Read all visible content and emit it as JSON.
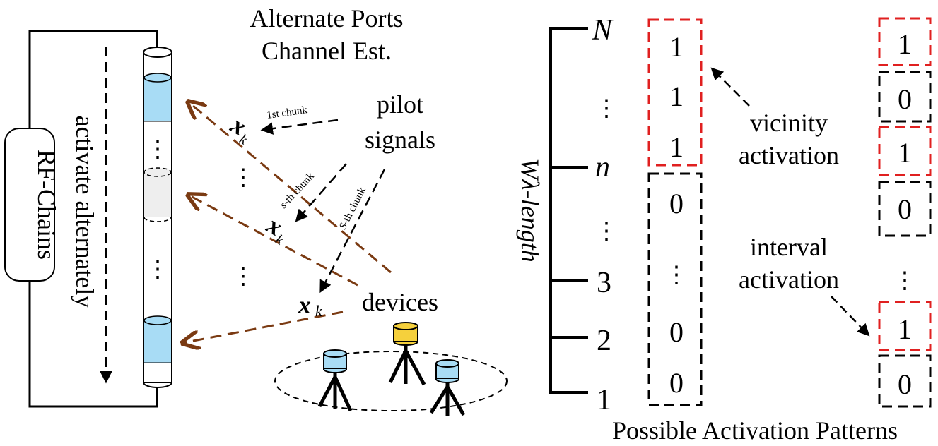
{
  "labels": {
    "title_line1": "Alternate Ports",
    "title_line2": "Channel Est.",
    "rf_chains": "RF-Chains",
    "activate_alternately": "activate alternately",
    "pilot_line1": "pilot",
    "pilot_line2": "signals",
    "chunk_first": "1st chunk",
    "chunk_s_italic": "s",
    "chunk_s_rest": "-th chunk",
    "chunk_S_italic": "S",
    "chunk_S_rest": "-th chunk",
    "x_symbol": "x",
    "x_subscript": "k",
    "devices": "devices",
    "axis_title": "Wλ-length",
    "tick_N": "N",
    "tick_n": "n",
    "tick_3": "3",
    "tick_2": "2",
    "tick_1": "1",
    "ellipsis_v": "⋮",
    "vicinity_line1": "vicinity",
    "vicinity_line2": "activation",
    "interval_line1": "interval",
    "interval_line2": "activation",
    "caption": "Possible Activation Patterns"
  },
  "vicinity_pattern": [
    "1",
    "1",
    "1",
    "0",
    "0",
    "0"
  ],
  "interval_pattern": [
    "1",
    "0",
    "1",
    "0",
    "1",
    "0"
  ],
  "colors": {
    "port_active": "#a8dcf5",
    "port_inactive": "#eeeeee",
    "device_blue": "#a8dcf5",
    "device_yellow": "#f5d03c",
    "arrow_brown": "#7a3a12",
    "box_red": "#e02020",
    "box_black": "#000000"
  }
}
